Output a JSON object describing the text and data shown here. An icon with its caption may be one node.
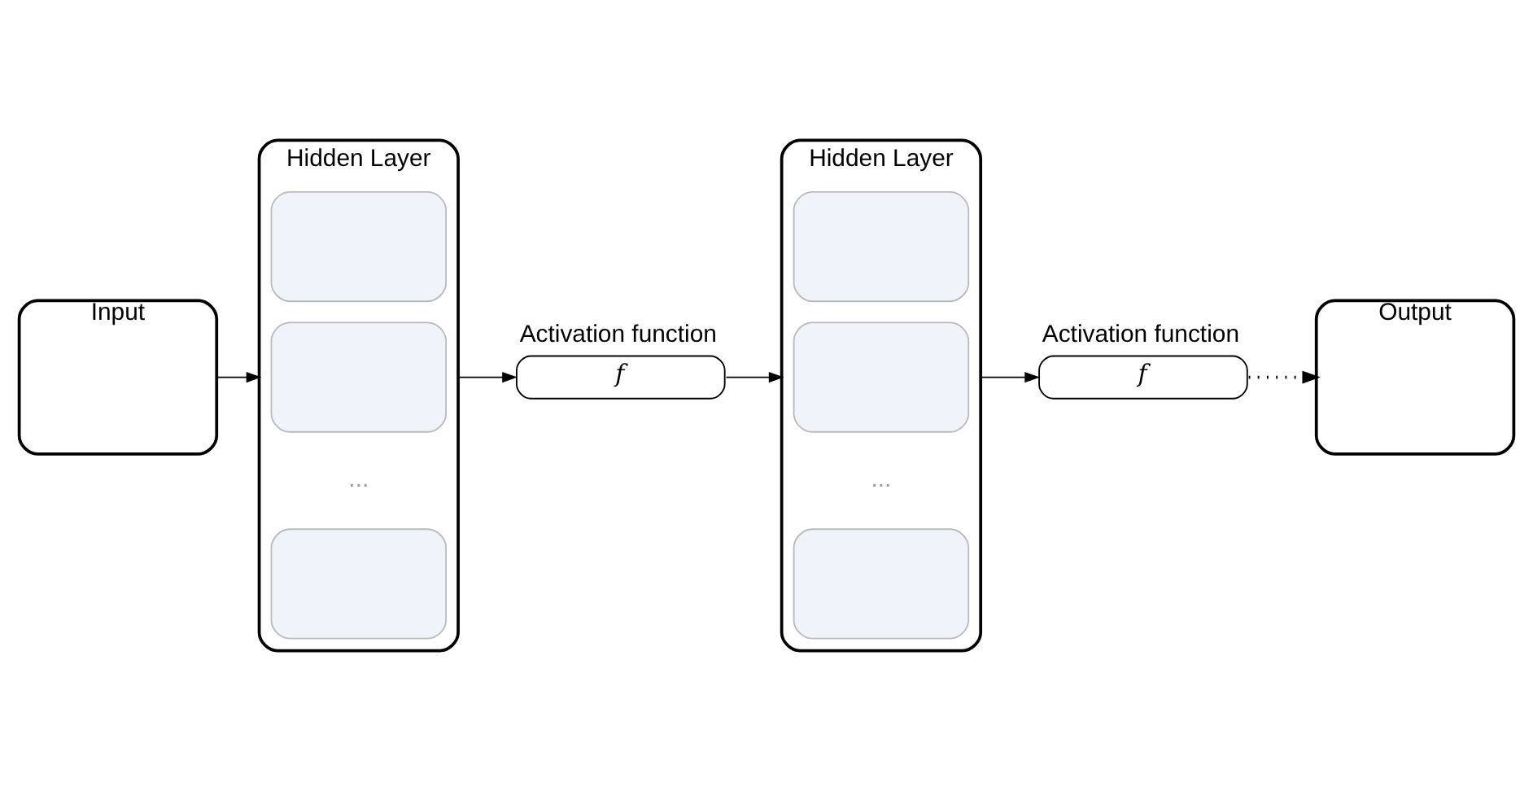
{
  "diagram": {
    "nodes": [
      {
        "text": [
          "Input"
        ]
      },
      {
        "text": [
          "Hidden Layer"
        ]
      },
      {
        "text": [],
        "shape": "box",
        "in": 1
      },
      {
        "text": [],
        "shape": "box",
        "in": 1
      },
      {
        "text": [],
        "shape": "box",
        "in": 1
      },
      {
        "text": [
          "f"
        ],
        "beside": [
          "Activation function"
        ]
      },
      {
        "text": [
          "Hidden Layer"
        ]
      },
      {
        "text": [],
        "shape": "box",
        "in": 6
      },
      {
        "text": [],
        "shape": "box",
        "in": 6
      },
      {
        "text": [],
        "shape": "box",
        "in": 6
      },
      {
        "text": [
          "f"
        ],
        "beside": [
          "Activation function"
        ]
      },
      {
        "text": [
          "Output"
        ]
      }
    ],
    "edges": [
      {
        "from": 0,
        "to": 1,
        "arrow": "to"
      },
      {
        "from": 1,
        "to": 5,
        "arrow": "to"
      },
      {
        "from": 5,
        "to": 6,
        "arrow": "to"
      },
      {
        "from": 6,
        "to": 10,
        "arrow": "to"
      },
      {
        "from": 10,
        "to": 11,
        "arrow": "to",
        "style": "dashed"
      }
    ],
    "labels": [
      "...",
      "..."
    ]
  }
}
